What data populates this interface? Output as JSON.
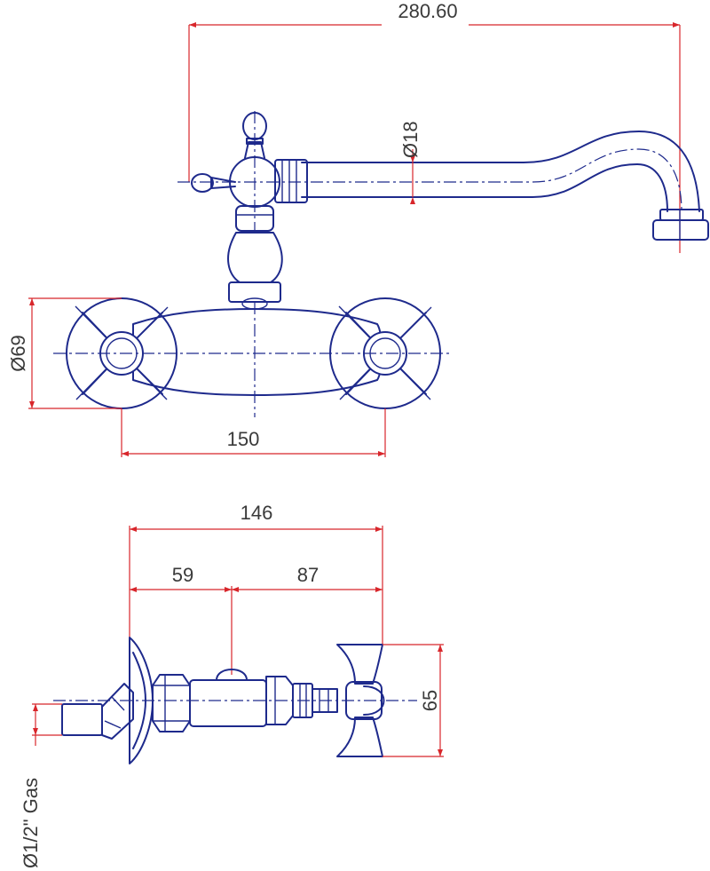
{
  "dimensions": {
    "spout_length": "280.60",
    "spout_diameter": "Ø18",
    "flange_diameter": "Ø69",
    "center_distance": "150",
    "total_depth": "146",
    "depth_to_body": "59",
    "depth_body_to_handle": "87",
    "handle_height": "65",
    "inlet_thread": "Ø1/2\" Gas"
  },
  "colors": {
    "outline": "#1e2a8c",
    "dimension_lines": "#d8262b",
    "text": "#3a3a3a"
  }
}
